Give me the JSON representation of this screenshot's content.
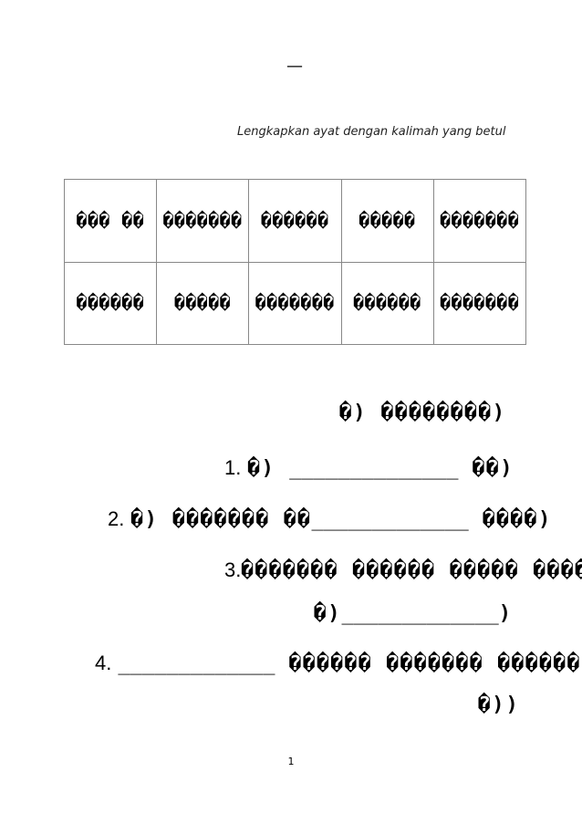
{
  "header": {
    "dash": "—"
  },
  "instruction": "Lengkapkan ayat dengan kalimah yang betul",
  "word_table": {
    "rows": [
      [
        "��� ��",
        "�������",
        "������",
        "�����",
        "�������"
      ],
      [
        "������",
        "�����",
        "�������",
        "������",
        "�������"
      ]
    ]
  },
  "example": {
    "text": "�)  ��������)"
  },
  "questions": [
    {
      "number": "1.",
      "pre": "�) ",
      "blank": "______________",
      "post": " ��)"
    },
    {
      "number": "2.",
      "pre": "�) ������� ��",
      "blank": "_____________",
      "post": "  ����)"
    },
    {
      "number": "3.",
      "line1": "������� ������ ����� ����",
      "line2_pre": "�)",
      "blank": "_____________",
      "line2_post": ")"
    },
    {
      "number": "4.",
      "blank": "_____________",
      "line1_post": " ������ ������� ������",
      "line2": "�))"
    }
  ],
  "footer": {
    "page_number": "1"
  }
}
